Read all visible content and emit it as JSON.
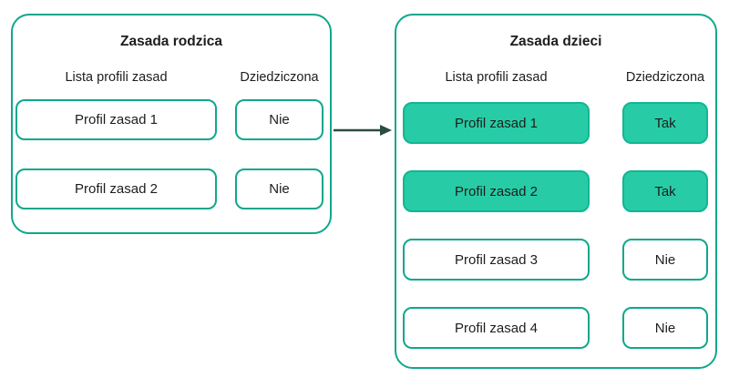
{
  "diagram": {
    "colors": {
      "outline_teal": "#10a78c",
      "fill_teal": "#27cca6",
      "fill_border_teal": "#12b693",
      "text_dark": "#1d1d1b",
      "arrow_dark": "#2c4b44"
    },
    "arrow_icon": "right-arrow",
    "parent": {
      "title": "Zasada rodzica",
      "col1_header": "Lista profili zasad",
      "col2_header": "Dziedziczona",
      "rows": [
        {
          "profile": "Profil zasad 1",
          "inherited": "Nie",
          "highlighted": false
        },
        {
          "profile": "Profil zasad 2",
          "inherited": "Nie",
          "highlighted": false
        }
      ]
    },
    "child": {
      "title": "Zasada dzieci",
      "col1_header": "Lista profili zasad",
      "col2_header": "Dziedziczona",
      "rows": [
        {
          "profile": "Profil zasad 1",
          "inherited": "Tak",
          "highlighted": true
        },
        {
          "profile": "Profil zasad 2",
          "inherited": "Tak",
          "highlighted": true
        },
        {
          "profile": "Profil zasad 3",
          "inherited": "Nie",
          "highlighted": false
        },
        {
          "profile": "Profil zasad 4",
          "inherited": "Nie",
          "highlighted": false
        }
      ]
    }
  }
}
